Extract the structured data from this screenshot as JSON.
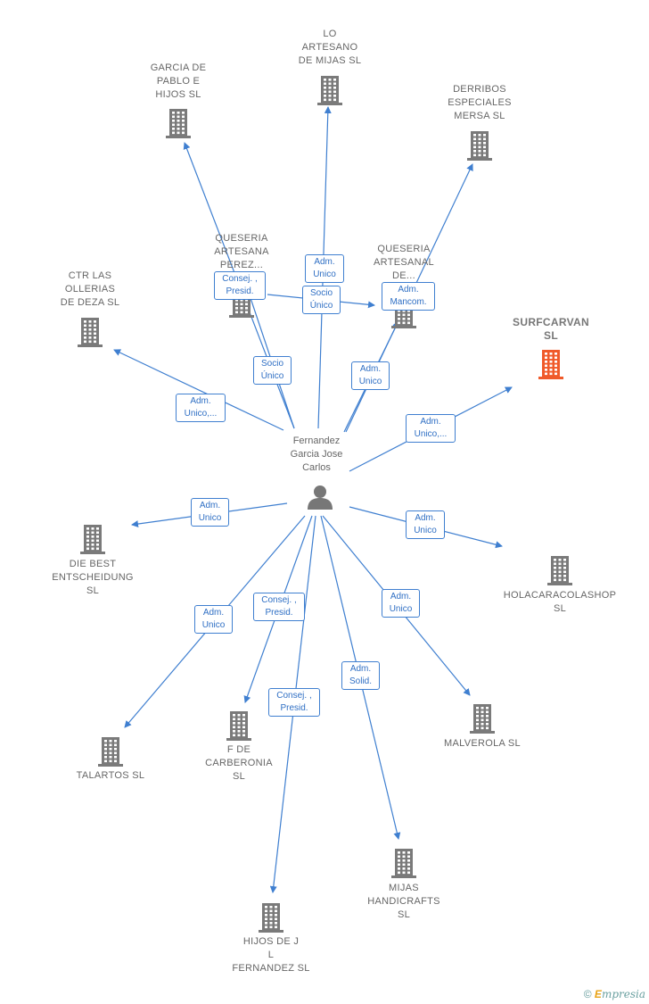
{
  "colors": {
    "edge": "#3f7fd0",
    "building": "#7a7a7a",
    "building_highlight": "#f05a2a",
    "person": "#777777"
  },
  "person": {
    "label": "Fernandez\nGarcia Jose\nCarlos",
    "icon": "person-icon"
  },
  "companies": [
    {
      "id": "garcia-de-pablo",
      "label": "GARCIA DE\nPABLO E\nHIJOS  SL"
    },
    {
      "id": "lo-artesano",
      "label": "LO\nARTESANO\nDE MIJAS  SL"
    },
    {
      "id": "derribos",
      "label": "DERRIBOS\nESPECIALES\nMERSA SL"
    },
    {
      "id": "queseria-perez",
      "label": "QUESERIA\nARTESANA\nPEREZ..."
    },
    {
      "id": "queseria-de",
      "label": "QUESERIA\nARTESANAL\nDE..."
    },
    {
      "id": "ctr",
      "label": "CTR LAS\nOLLERIAS\nDE DEZA  SL"
    },
    {
      "id": "surfcarvan",
      "label": "SURFCARVAN\nSL",
      "highlight": true
    },
    {
      "id": "die-best",
      "label": "DIE BEST\nENTSCHEIDUNG\nSL"
    },
    {
      "id": "holacaracola",
      "label": "HOLACARACOLASHOP SL"
    },
    {
      "id": "f-de-carberonia",
      "label": "F DE\nCARBERONIA\nSL"
    },
    {
      "id": "malverola",
      "label": "MALVEROLA SL"
    },
    {
      "id": "talartos",
      "label": "TALARTOS SL"
    },
    {
      "id": "mijas-handicrafts",
      "label": "MIJAS\nHANDICRAFTS\nSL"
    },
    {
      "id": "hijos-de-jl",
      "label": "HIJOS DE J\nL\nFERNANDEZ SL"
    }
  ],
  "roles": [
    {
      "label": "Adm.\nUnico"
    },
    {
      "label": "Consej. ,\nPresid."
    },
    {
      "label": "Socio\nÚnico"
    },
    {
      "label": "Adm.\nMancom."
    },
    {
      "label": "Adm.\nUnico"
    },
    {
      "label": "Socio\nÚnico"
    },
    {
      "label": "Adm.\nUnico,..."
    },
    {
      "label": "Adm.\nUnico,..."
    },
    {
      "label": "Adm.\nUnico"
    },
    {
      "label": "Adm.\nUnico"
    },
    {
      "label": "Consej. ,\nPresid."
    },
    {
      "label": "Adm.\nUnico"
    },
    {
      "label": "Adm.\nUnico"
    },
    {
      "label": "Adm.\nSolid."
    },
    {
      "label": "Consej. ,\nPresid."
    }
  ],
  "footer": {
    "copyright_symbol": "©",
    "brand_first": "E",
    "brand_rest": "mpresia"
  }
}
